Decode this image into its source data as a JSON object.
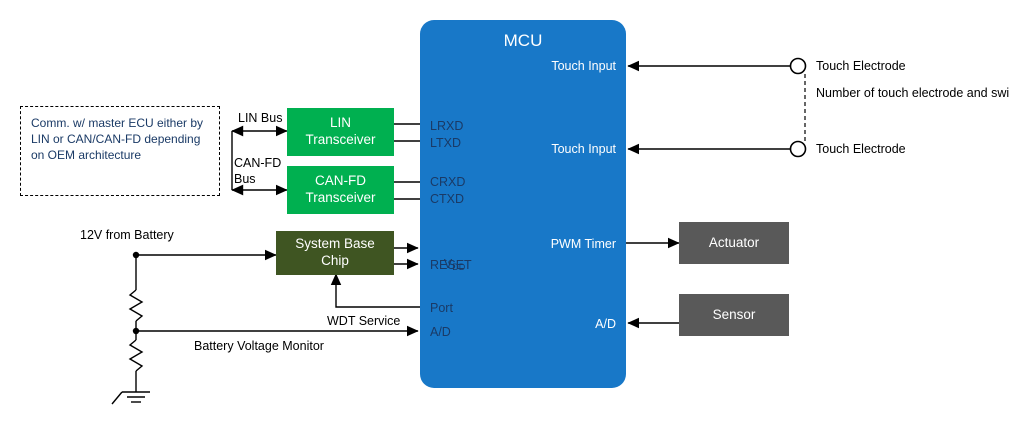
{
  "diagram": {
    "title_mcu": "MCU",
    "blocks": {
      "lin_transceiver": "LIN\nTransceiver",
      "canfd_transceiver": "CAN-FD\nTransceiver",
      "system_base_chip": "System Base\nChip",
      "actuator": "Actuator",
      "sensor": "Sensor",
      "ecu_note": "Comm. w/ master ECU either by LIN or CAN/CAN-FD depending on OEM architecture"
    },
    "labels": {
      "lin_bus": "LIN Bus",
      "canfd_bus": "CAN-FD\nBus",
      "lrxd": "LRXD",
      "ltxd": "LTXD",
      "crxd": "CRXD",
      "ctxd": "CTXD",
      "vdd": "V",
      "vdd_sub": "DD",
      "reset": "RESET",
      "port": "Port",
      "ad_left": "A/D",
      "wdt_service": "WDT Service",
      "battery_voltage_monitor": "Battery Voltage Monitor",
      "battery_12v": "12V from Battery",
      "touch_input_top": "Touch Input",
      "touch_input_bottom": "Touch Input",
      "pwm_timer": "PWM Timer",
      "ad_right": "A/D",
      "touch_electrode_top": "Touch Electrode",
      "touch_electrode_bottom": "Touch Electrode",
      "touch_note": "Number of touch electrode and switch layout depend on system requirement"
    },
    "colors": {
      "mcu": "#1878c8",
      "transceiver": "#00b050",
      "sbc": "#3f5522",
      "peripheral": "#595959",
      "label_text": "#1a3a66",
      "wire": "#000000"
    }
  }
}
